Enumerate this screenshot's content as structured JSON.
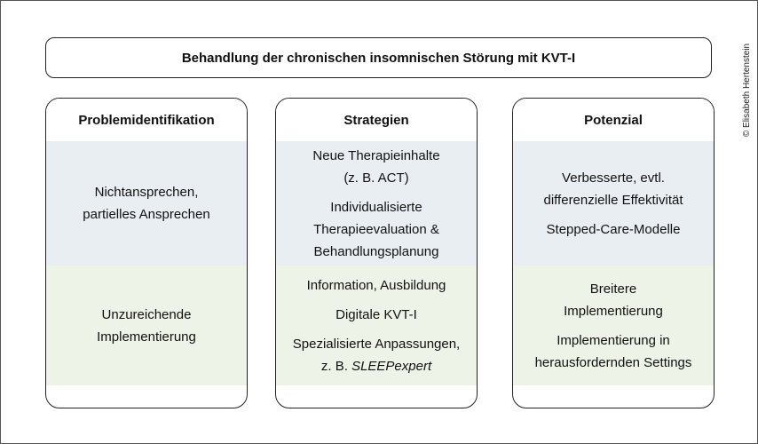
{
  "title": "Behandlung der chronischen insomnischen Störung mit KVT-I",
  "copyright": "© Elisabeth Hertenstein",
  "colors": {
    "band_top": "#e8eef2",
    "band_bottom": "#edf3e7",
    "border": "#222222"
  },
  "columns": [
    {
      "heading": "Problemidentifikation",
      "top": [
        {
          "lines": [
            "Nichtansprechen,",
            "partielles Ansprechen"
          ]
        }
      ],
      "bottom": [
        {
          "lines": [
            "Unzureichende",
            "Implementierung"
          ]
        }
      ]
    },
    {
      "heading": "Strategien",
      "top": [
        {
          "lines": [
            "Neue Therapieinhalte",
            "(z. B. ACT)"
          ]
        },
        {
          "lines": [
            "Individualisierte",
            "Therapieevaluation &",
            "Behandlungsplanung"
          ]
        }
      ],
      "bottom": [
        {
          "lines": [
            "Information, Ausbildung"
          ]
        },
        {
          "lines": [
            "Digitale KVT-I"
          ]
        },
        {
          "lines": [
            "Spezialisierte Anpassungen,"
          ],
          "prefix": "z. B. ",
          "emph": "SLEEPexpert"
        }
      ]
    },
    {
      "heading": "Potenzial",
      "top": [
        {
          "lines": [
            "Verbesserte, evtl.",
            "differenzielle Effektivität"
          ]
        },
        {
          "lines": [
            "Stepped-Care-Modelle"
          ]
        }
      ],
      "bottom": [
        {
          "lines": [
            "Breitere",
            "Implementierung"
          ]
        },
        {
          "lines": [
            "Implementierung in",
            "herausfordernden Settings"
          ]
        }
      ]
    }
  ]
}
